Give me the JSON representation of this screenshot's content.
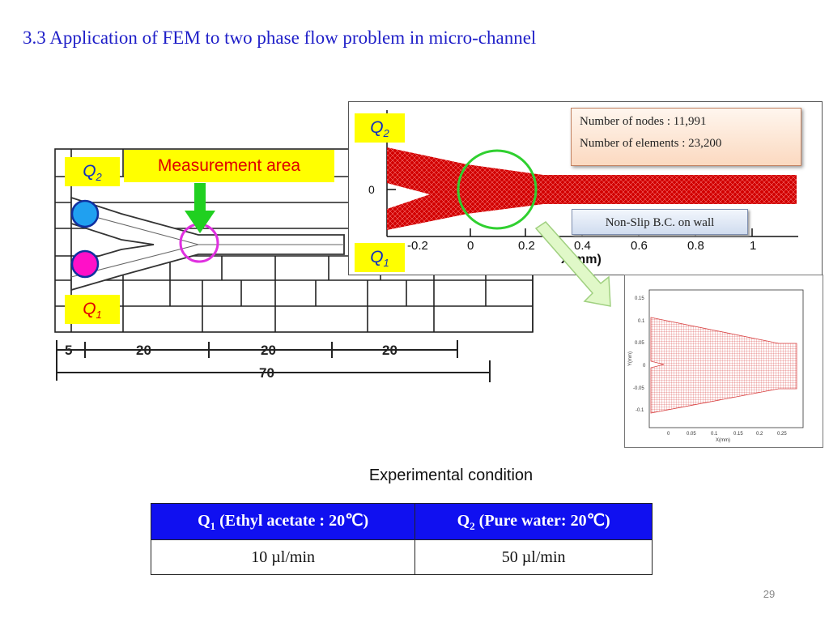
{
  "slide": {
    "title": "3.3 Application of FEM to two phase flow problem in micro-channel",
    "page_number": "29"
  },
  "schematic": {
    "q2_label": {
      "letter": "Q",
      "sub": "2"
    },
    "q1_label": {
      "letter": "Q",
      "sub": "1"
    },
    "measurement_label": "Measurement area",
    "dims": {
      "d5": "5",
      "d20a": "20",
      "d20b": "20",
      "d20c": "20",
      "d70": "70"
    },
    "colors": {
      "q2_dot": "#20a0f0",
      "q1_dot": "#ff10c8",
      "arrow": "#20d020",
      "circle": "#e030e0"
    }
  },
  "plot": {
    "q2_label": {
      "letter": "Q",
      "sub": "2"
    },
    "q1_label": {
      "letter": "Q",
      "sub": "1"
    },
    "y_tick": "0",
    "x_ticks": [
      "-0.2",
      "0",
      "0.2",
      "0.4",
      "0.6",
      "0.8",
      "1"
    ],
    "x_label": "X(mm)",
    "info": {
      "nodes": "Number of nodes : 11,991",
      "elements": "Number of elements : 23,200"
    },
    "nonslip": "Non-Slip B.C. on wall"
  },
  "mesh_plot": {
    "y_ticks": [
      "0.15",
      "0.1",
      "0.05",
      "0",
      "-0.05",
      "-0.1"
    ],
    "x_ticks": [
      "0",
      "0.05",
      "0.1",
      "0.15",
      "0.2",
      "0.25"
    ],
    "x_label": "X(mm)",
    "y_label": "Y(mm)"
  },
  "table": {
    "caption": "Experimental condition",
    "header1": {
      "pre": "Q",
      "sub": "1",
      "post": " (Ethyl acetate : 20℃)"
    },
    "header2": {
      "pre": "Q",
      "sub": "2",
      "post": " (Pure water: 20℃)"
    },
    "row": [
      "10 µl/min",
      "50 µl/min"
    ]
  }
}
